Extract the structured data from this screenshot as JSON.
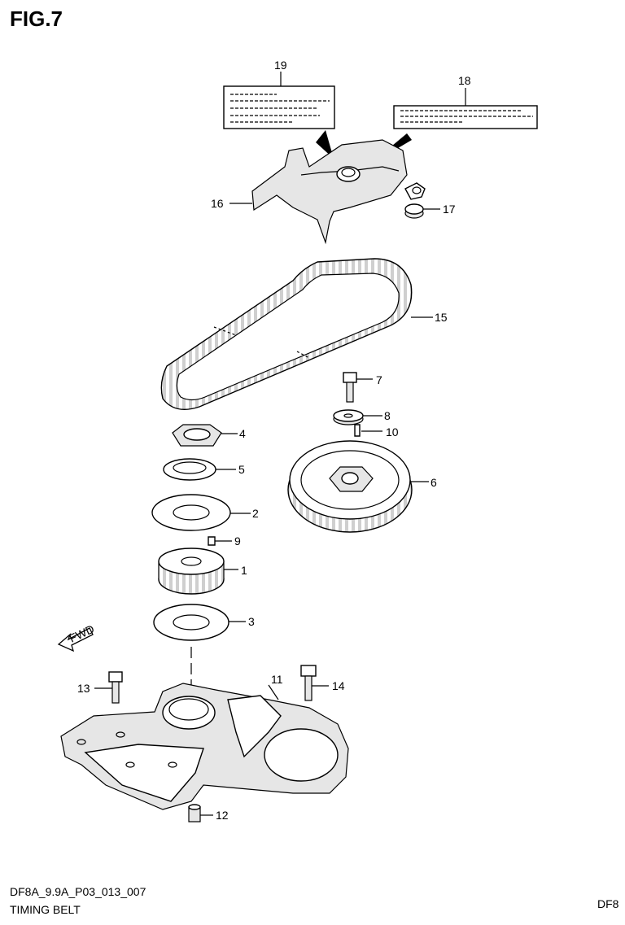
{
  "figure": {
    "title": "FIG.7",
    "drawing_code": "DF8A_9.9A_P03_013_007",
    "caption": "TIMING BELT",
    "edge_code": "DF8"
  },
  "callouts": [
    "19",
    "18",
    "16",
    "17",
    "15",
    "7",
    "8",
    "10",
    "4",
    "6",
    "5",
    "2",
    "9",
    "1",
    "3",
    "13",
    "11",
    "14",
    "12"
  ],
  "fwd_label": "FWD"
}
